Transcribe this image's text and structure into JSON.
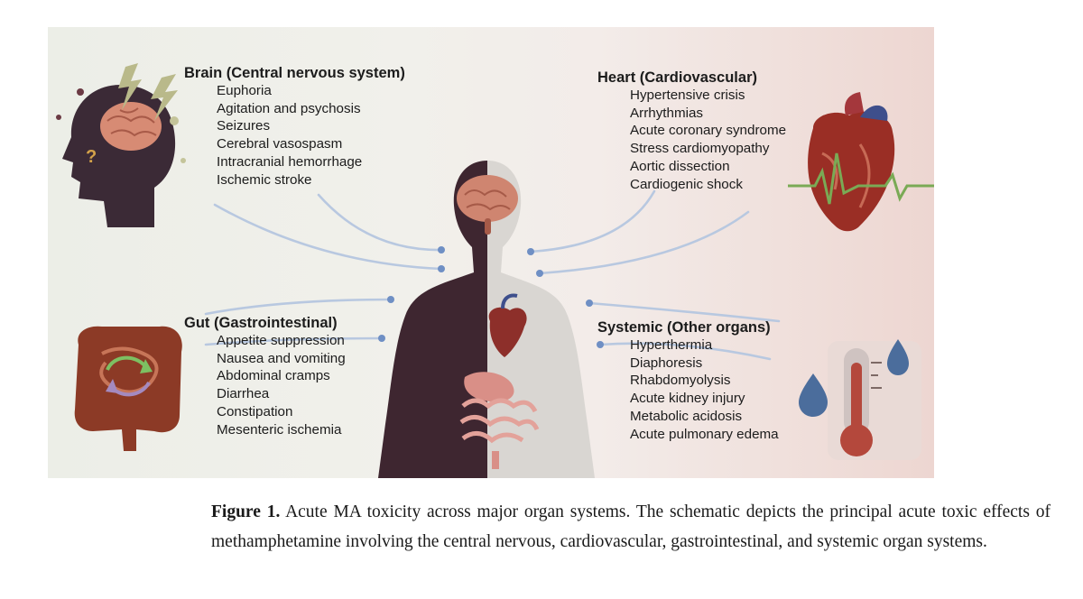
{
  "figure": {
    "sections": {
      "brain": {
        "title": "Brain (Central nervous system)",
        "items": [
          "Euphoria",
          "Agitation and psychosis",
          "Seizures",
          "Cerebral vasospasm",
          "Intracranial hemorrhage",
          "Ischemic stroke"
        ]
      },
      "heart": {
        "title": "Heart (Cardiovascular)",
        "items": [
          "Hypertensive crisis",
          "Arrhythmias",
          "Acute coronary syndrome",
          "Stress cardiomyopathy",
          "Aortic dissection",
          "Cardiogenic shock"
        ]
      },
      "gut": {
        "title": "Gut (Gastrointestinal)",
        "items": [
          "Appetite suppression",
          "Nausea and vomiting",
          "Abdominal cramps",
          "Diarrhea",
          "Constipation",
          "Mesenteric ischemia"
        ]
      },
      "systemic": {
        "title": "Systemic (Other organs)",
        "items": [
          "Hyperthermia",
          "Diaphoresis",
          "Rhabdomyolysis",
          "Acute kidney injury",
          "Metabolic acidosis",
          "Acute pulmonary edema"
        ]
      }
    },
    "illustration_symbols": {
      "brain_question_mark": "?"
    },
    "colors": {
      "silhouette_dark": "#3e2630",
      "silhouette_light": "#d9d6d2",
      "brain": "#cf8570",
      "heart": "#9a2e25",
      "intestine": "#8c3a26",
      "connector_line": "#b8c8e0",
      "ecg_line": "#7aaa55",
      "water_drop": "#4b6d9c",
      "thermometer_mercury": "#b4483c"
    }
  },
  "caption": {
    "label": "Figure 1.",
    "text": " Acute MA toxicity across major organ systems. The schematic depicts the principal acute toxic effects of methamphetamine involving the central nervous, cardiovascular, gastrointestinal, and systemic organ systems."
  }
}
